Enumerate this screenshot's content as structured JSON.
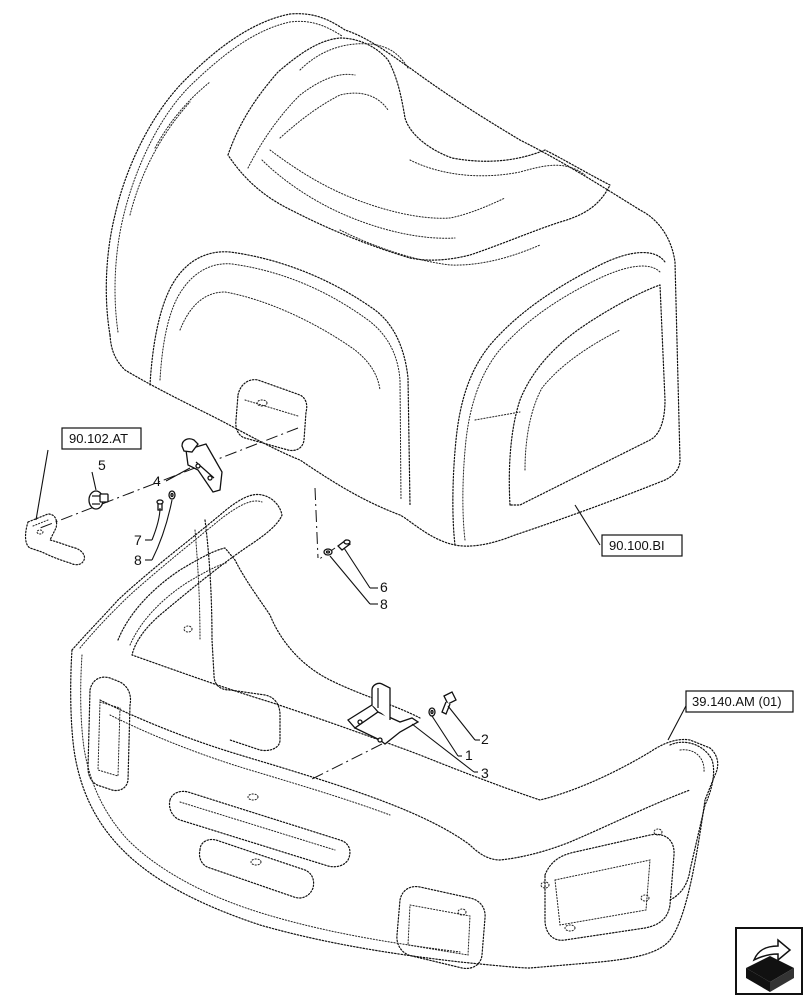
{
  "references": {
    "hood": "90.100.BI",
    "handle": "90.102.AT",
    "counterweight": "39.140.AM (01)"
  },
  "callouts": {
    "c1": "1",
    "c2": "2",
    "c3": "3",
    "c4": "4",
    "c5": "5",
    "c6": "6",
    "c7": "7",
    "c8a": "8",
    "c8b": "8"
  },
  "nav_icon": "next-page-arrow-icon"
}
